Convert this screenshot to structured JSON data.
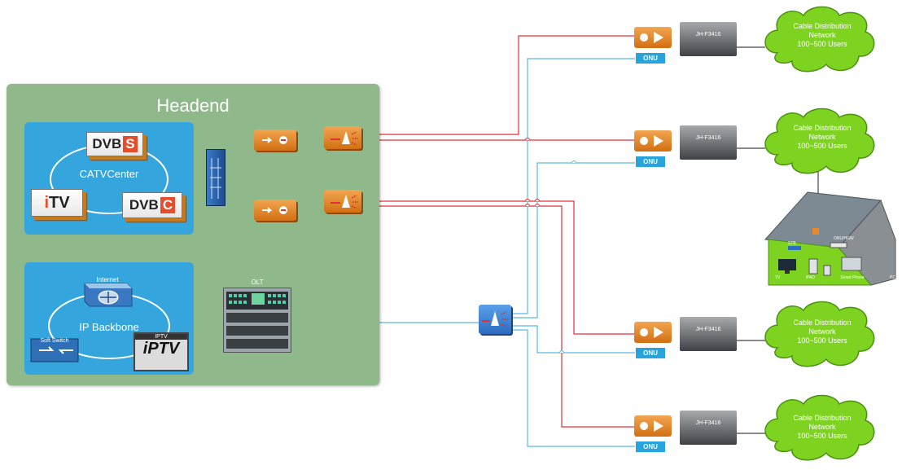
{
  "headend": {
    "title": "Headend",
    "catv": {
      "label": "CATVCenter",
      "dvbs_a": "DVB",
      "dvbs_b": "S",
      "itv_a": "i",
      "itv_b": "TV",
      "dvbc_a": "DVB",
      "dvbc_b": "C"
    },
    "ip": {
      "label": "IP Backbone",
      "internet": "Internet",
      "softswitch": "Soft Switch",
      "iptv_small": "IPTV",
      "iptv_logo": "iPTV"
    },
    "olt": "OLT"
  },
  "nodes": [
    {
      "amp": "JH-F3416",
      "onu": "ONU",
      "cloud": [
        "Cable Distribution",
        "Network",
        "100~500 Users"
      ]
    },
    {
      "amp": "JH-F3416",
      "onu": "ONU",
      "cloud": [
        "Cable Distribution",
        "Network",
        "100~500 Users"
      ]
    },
    {
      "amp": "JH-F3416",
      "onu": "ONU",
      "cloud": [
        "Cable Distribution",
        "Network",
        "100~500 Users"
      ]
    },
    {
      "amp": "JH-F3416",
      "onu": "ONU",
      "cloud": [
        "Cable Distribution",
        "Network",
        "100~500 Users"
      ]
    }
  ],
  "house": {
    "devices": [
      "TV",
      "iPAD",
      "Smart Phone",
      "PC"
    ],
    "router": "ONU/HGW",
    "stb": "STB"
  },
  "colors": {
    "headend_bg": "#8fb98a",
    "panel_blue": "#35a6dd",
    "rf_line": "#e0303a",
    "pon_line": "#5ab8e0",
    "cloud": "#7ed321",
    "orange": "#e8892b"
  }
}
